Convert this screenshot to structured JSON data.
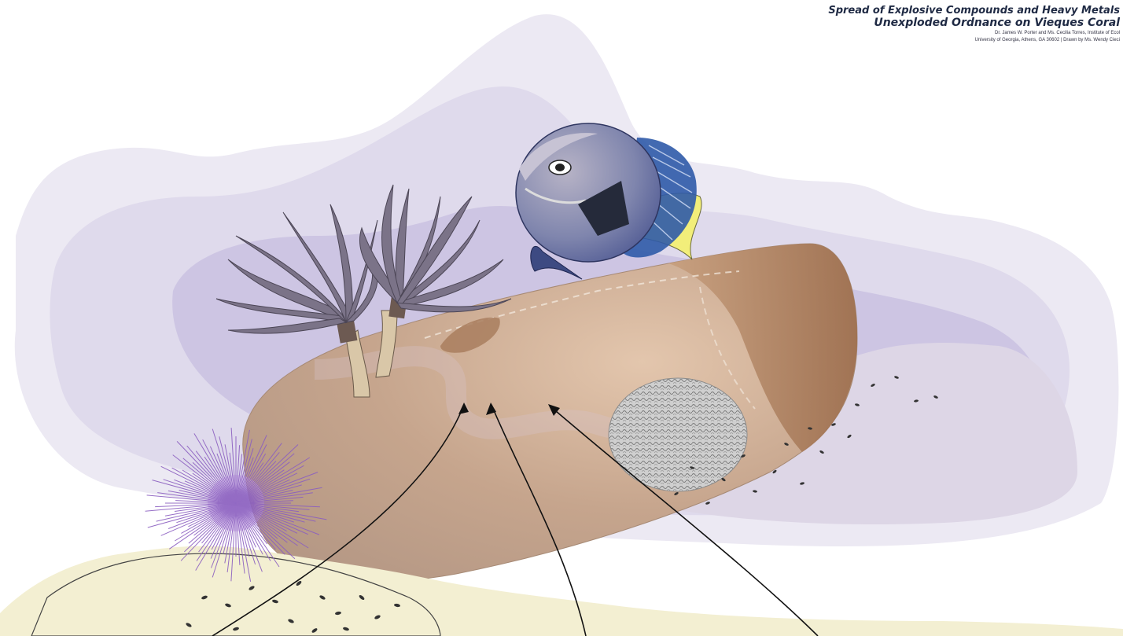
{
  "title": {
    "line1": "Spread of Explosive Compounds and Heavy Metals",
    "line2": "Unexploded Ordnance on Vieques Coral",
    "credit1": "Dr. James W. Porter and Ms. Cecilia Torres, Institute of Ecol",
    "credit2": "University of Georgia, Athens, GA 30602 | Drawn by Ms. Wendy Cieci"
  },
  "colors": {
    "background": "#ffffff",
    "water_outer": "#e9e5f1",
    "water_mid": "#d9d3ea",
    "water_inner": "#c8bfe0",
    "ordnance": "#c6a58d",
    "ordnance_nose": "#a97e5e",
    "sand": "#f3efd2",
    "fish_body": "#7f85ad",
    "fish_fin_blue": "#2f5aa8",
    "fish_tail_yellow": "#f2ee7a",
    "coral": "#7b7388",
    "urchin": "#8b5fc0",
    "arrow": "#111111"
  },
  "icons": [
    "fish-icon",
    "soft-coral-icon",
    "sea-urchin-icon",
    "ordnance-shell-icon",
    "arrow-icon"
  ]
}
